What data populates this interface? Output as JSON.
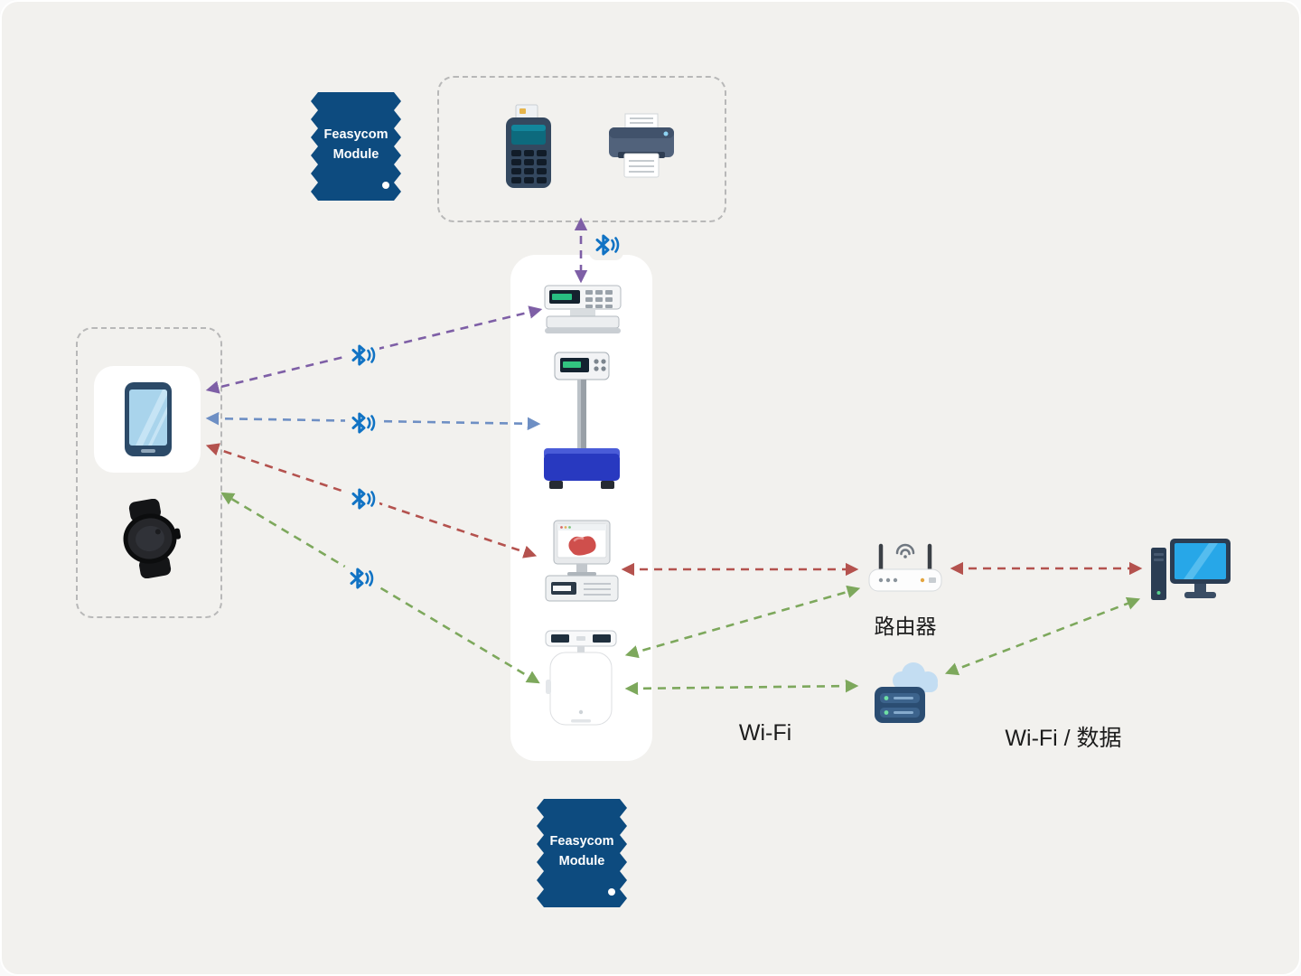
{
  "canvas": {
    "bg": "#f2f1ee"
  },
  "chips": {
    "top": {
      "line1": "Feasycom",
      "line2": "Module"
    },
    "bottom": {
      "line1": "Feasycom",
      "line2": "Module"
    }
  },
  "labels": {
    "router": "路由器",
    "wifi": "Wi-Fi",
    "wifi_data": "Wi-Fi / 数据"
  },
  "colors": {
    "purple_link": "#7e5fa6",
    "blue_link": "#6e8fc4",
    "red_link": "#b4524e",
    "green_link": "#7da85c",
    "bluetooth": "#1173c4",
    "chip": "#0d4b7f",
    "canvas_bg": "#f2f1ee"
  },
  "nodes": {
    "peripheral_group": [
      "pos-terminal",
      "printer"
    ],
    "scale_group": [
      "price-computing-scale",
      "platform-scale",
      "label-printing-scale",
      "weighing-indicator",
      "gateway-device"
    ],
    "mobile_group": [
      "smartphone",
      "smartwatch"
    ],
    "network": [
      "router",
      "cloud-server",
      "desktop-pc"
    ]
  },
  "links": [
    {
      "from": "price-computing-scale",
      "to": "peripheral-group",
      "type": "bluetooth",
      "color": "purple_link"
    },
    {
      "from": "price-computing-scale",
      "to": "smartphone",
      "type": "bluetooth",
      "color": "purple_link"
    },
    {
      "from": "platform-scale",
      "to": "smartphone",
      "type": "bluetooth",
      "color": "blue_link"
    },
    {
      "from": "label-printing-scale",
      "to": "smartphone",
      "type": "bluetooth",
      "color": "red_link"
    },
    {
      "from": "gateway-device",
      "to": "smartwatch",
      "type": "bluetooth",
      "color": "green_link"
    },
    {
      "from": "label-printing-scale",
      "to": "router",
      "type": "wifi",
      "color": "red_link"
    },
    {
      "from": "router",
      "to": "desktop-pc",
      "type": "wifi",
      "color": "red_link"
    },
    {
      "from": "gateway-device",
      "to": "router",
      "type": "wifi",
      "color": "green_link"
    },
    {
      "from": "gateway-device",
      "to": "cloud-server",
      "type": "wifi",
      "color": "green_link"
    },
    {
      "from": "cloud-server",
      "to": "desktop-pc",
      "type": "wifi-data",
      "color": "green_link"
    }
  ]
}
